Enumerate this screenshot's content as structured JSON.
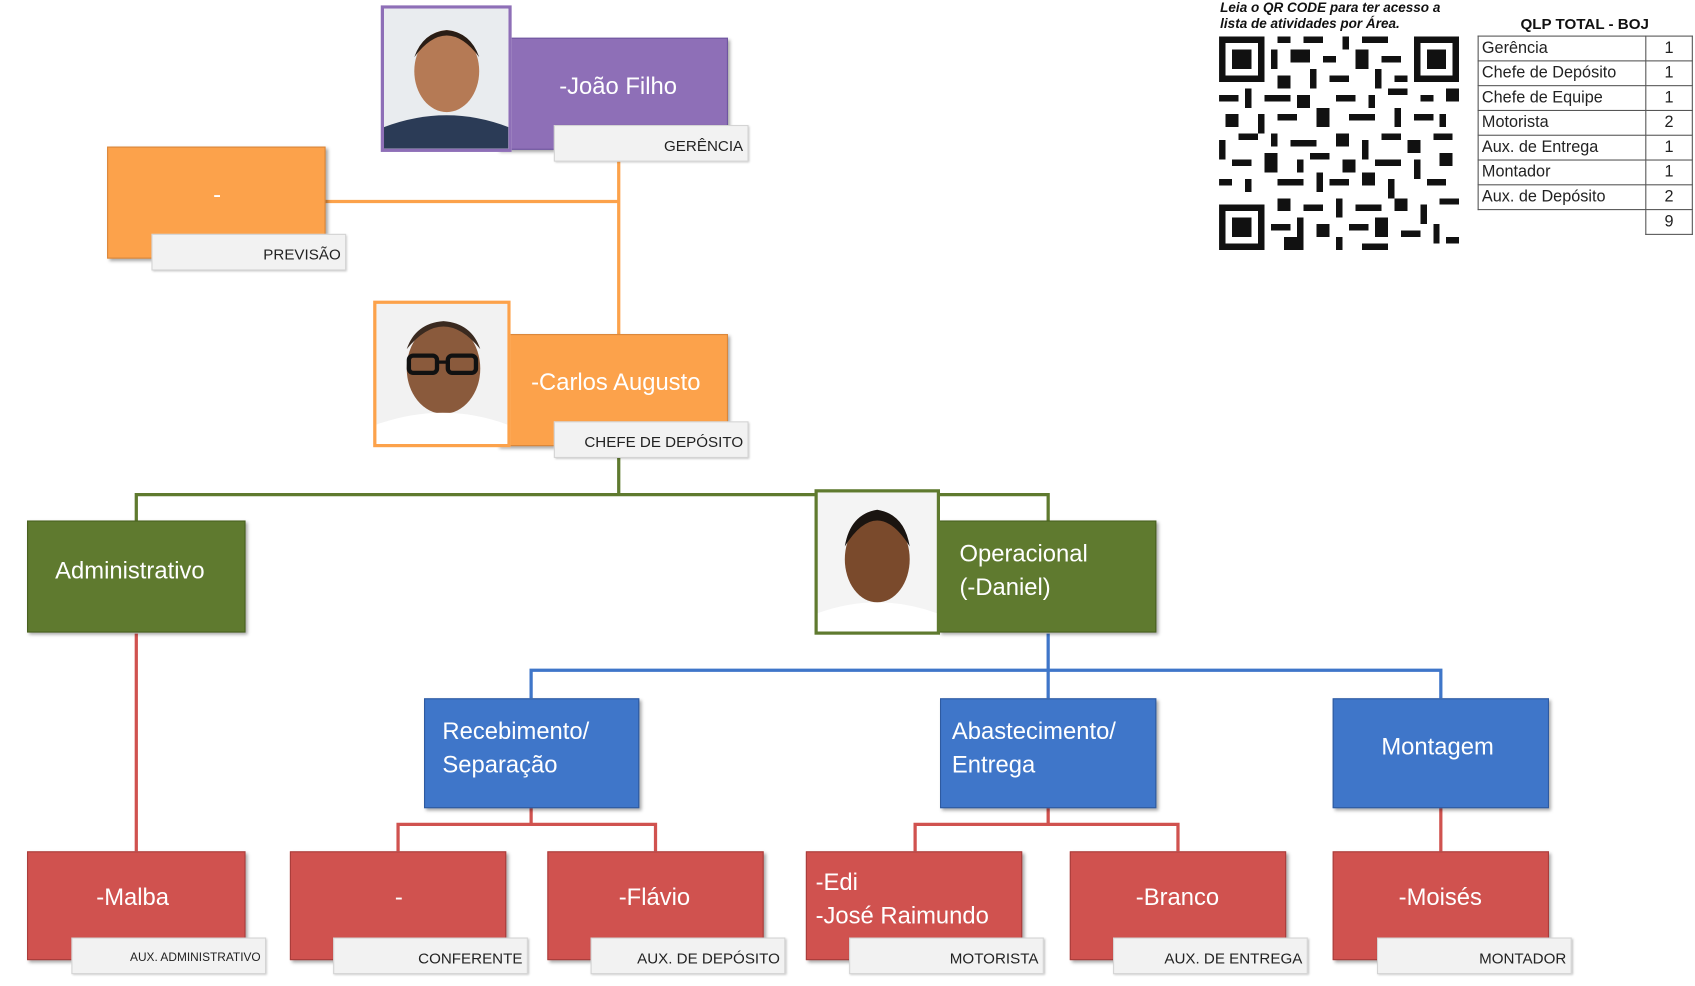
{
  "qr_caption": "Leia o QR CODE para ter acesso a lista de atividades por Área.",
  "qlp": {
    "title": "QLP TOTAL - BOJ",
    "rows": [
      {
        "label": "Gerência",
        "value": "1"
      },
      {
        "label": "Chefe de Depósito",
        "value": "1"
      },
      {
        "label": "Chefe de Equipe",
        "value": "1"
      },
      {
        "label": "Motorista",
        "value": "2"
      },
      {
        "label": "Aux. de Entrega",
        "value": "1"
      },
      {
        "label": "Montador",
        "value": "1"
      },
      {
        "label": "Aux. de Depósito",
        "value": "2"
      }
    ],
    "total": "9"
  },
  "nodes": {
    "gerente": {
      "name": "-João Filho",
      "role": "GERÊNCIA"
    },
    "previsao": {
      "name": "-",
      "role": "PREVISÃO"
    },
    "chefe": {
      "name": "-Carlos Augusto",
      "role": "CHEFE DE DEPÓSITO"
    },
    "administrativo": {
      "name": "Administrativo"
    },
    "operacional": {
      "name": "Operacional\n(-Daniel)"
    },
    "recebimento": {
      "name": "Recebimento/\nSeparação"
    },
    "abastecimento": {
      "name": "Abastecimento/\nEntrega"
    },
    "montagem": {
      "name": "Montagem"
    },
    "malba": {
      "name": "-Malba",
      "role": "AUX. ADMINISTRATIVO"
    },
    "conferente": {
      "name": "-",
      "role": "CONFERENTE"
    },
    "flavio": {
      "name": "-Flávio",
      "role": "AUX. DE DEPÓSITO"
    },
    "motorista": {
      "name": "-Edi\n-José Raimundo",
      "role": "MOTORISTA"
    },
    "branco": {
      "name": "-Branco",
      "role": "AUX. DE ENTREGA"
    },
    "moises": {
      "name": "-Moisés",
      "role": "MONTADOR"
    }
  },
  "colors": {
    "purple": "#8e6fb7",
    "orange": "#fca24b",
    "green": "#5f7a2f",
    "blue": "#3f76c9",
    "red": "#d0524f"
  }
}
